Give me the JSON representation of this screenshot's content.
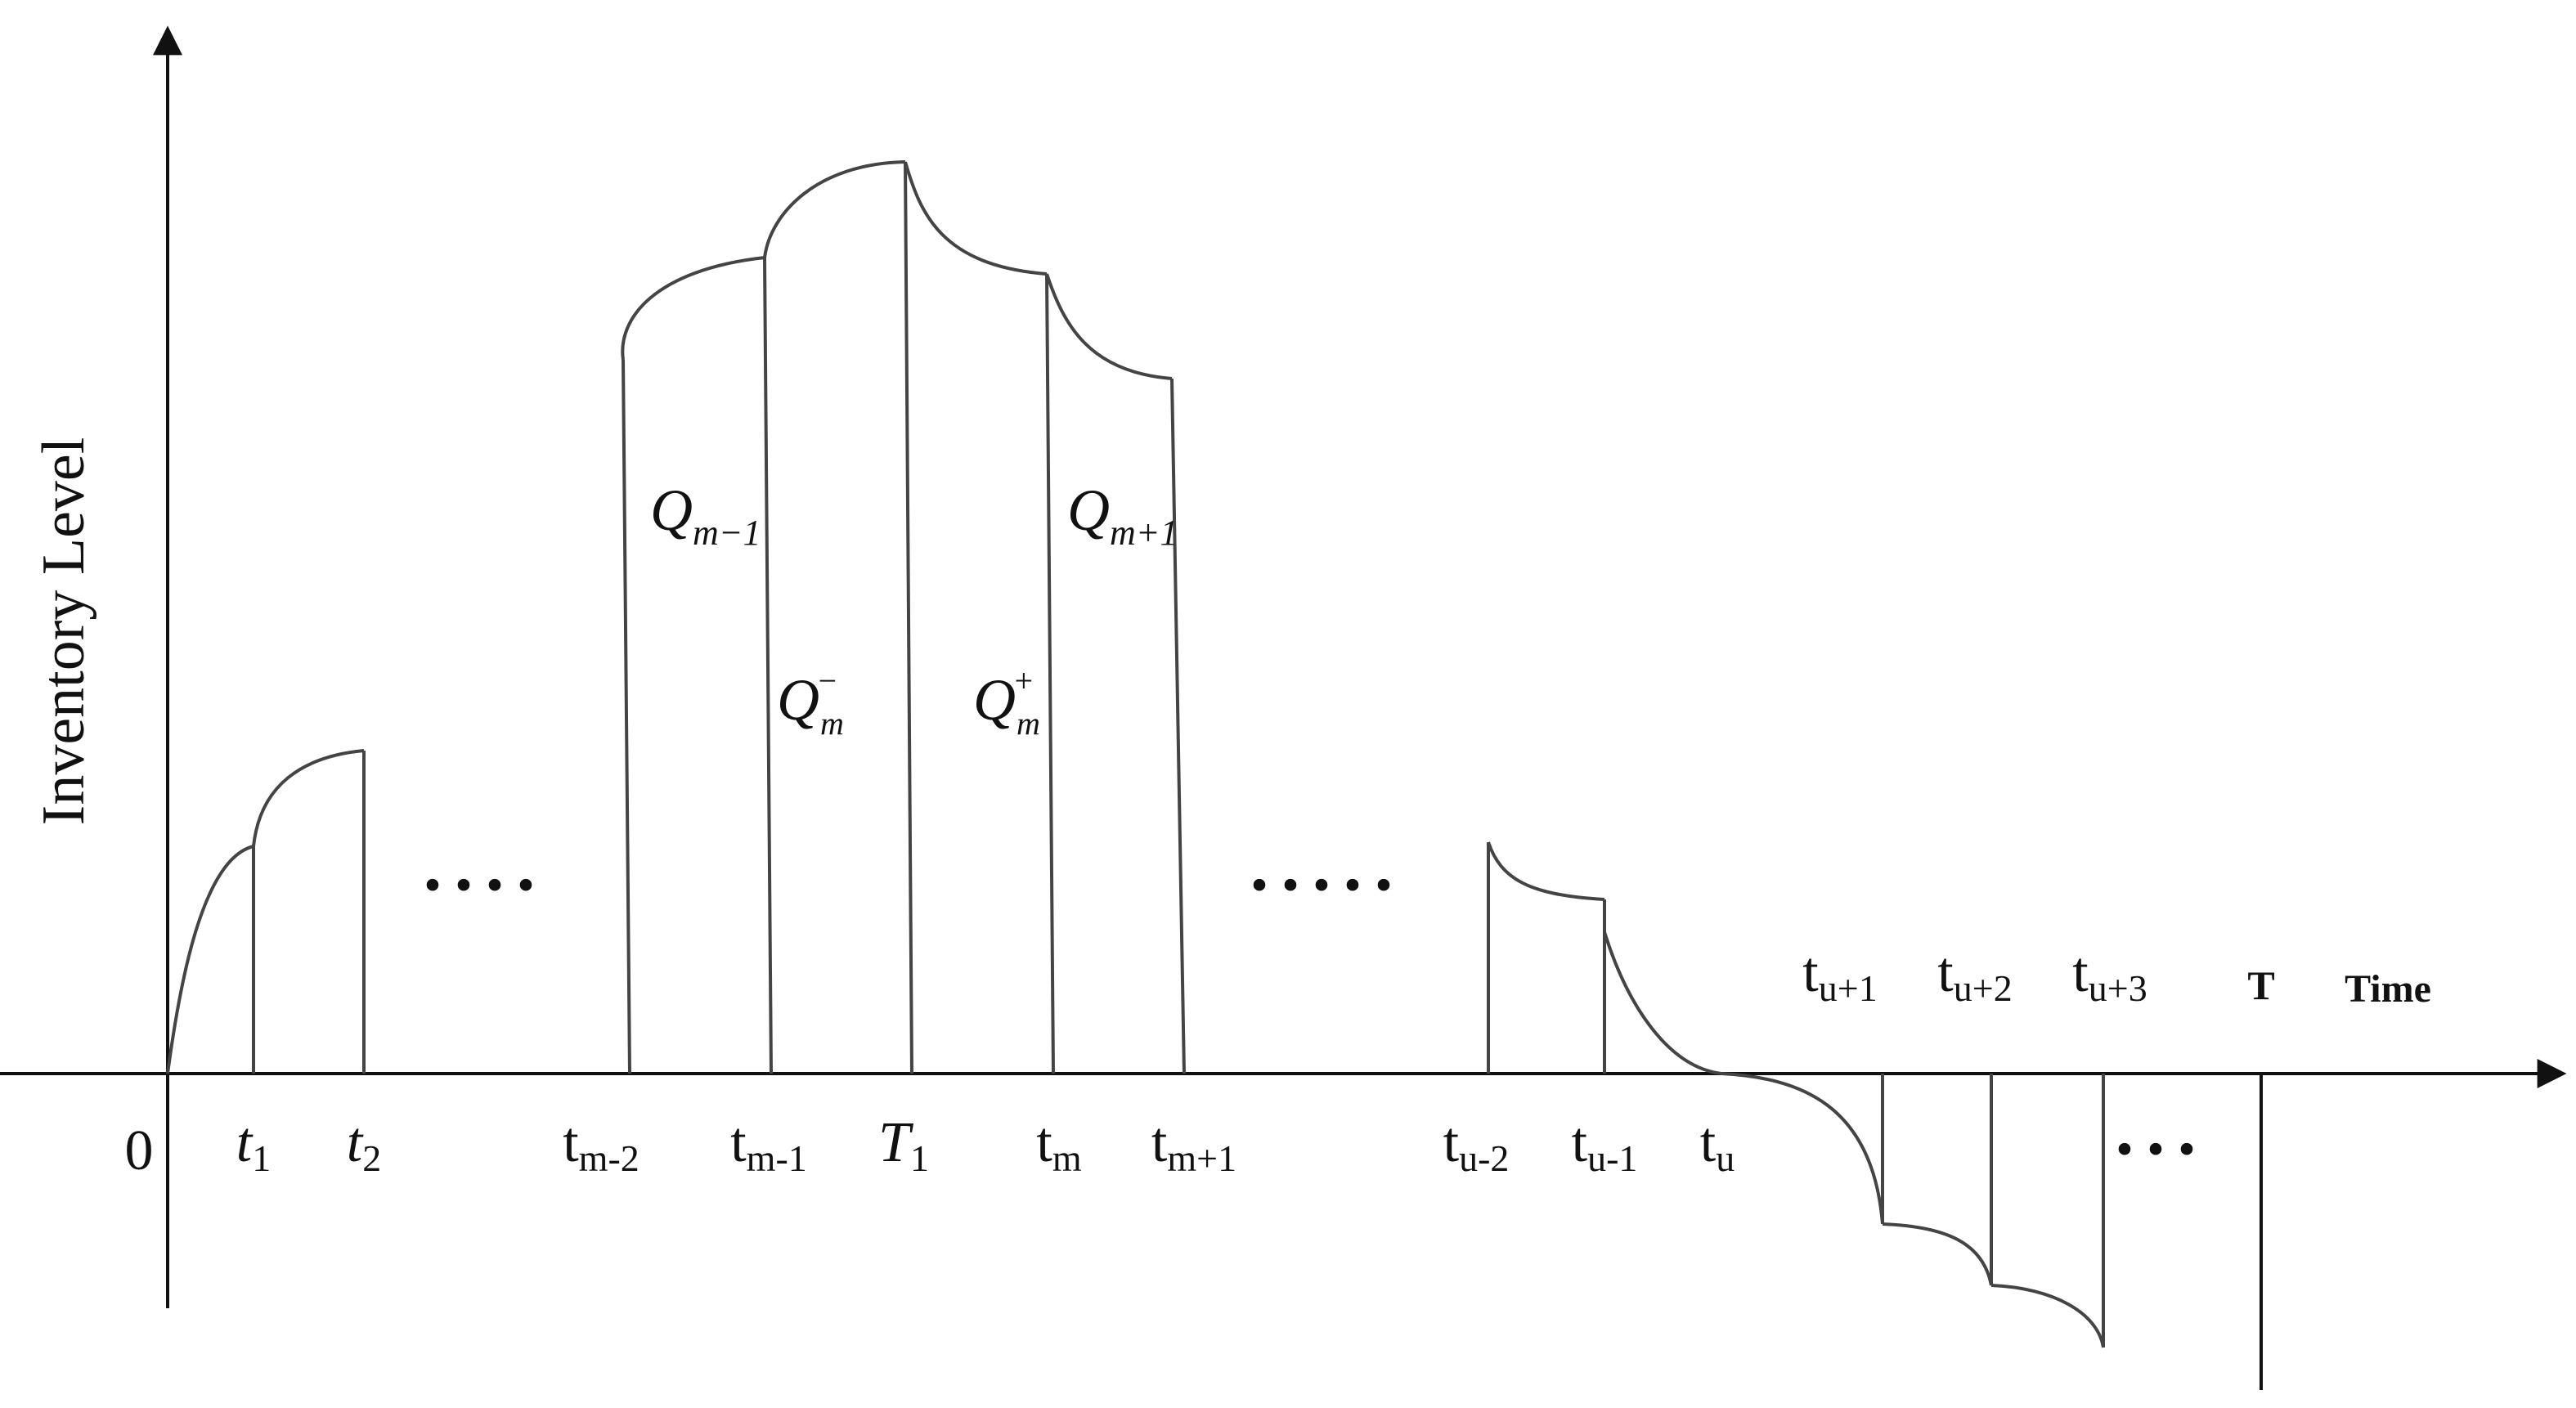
{
  "axes": {
    "y_label": "Inventory Level",
    "x_label": "Time",
    "origin": "0"
  },
  "lower_ticks": [
    {
      "id": "t1",
      "main": "t",
      "sub": "1",
      "italic": true
    },
    {
      "id": "t2",
      "main": "t",
      "sub": "2",
      "italic": true
    },
    {
      "id": "tm-2",
      "main": "t",
      "sub": "m-2",
      "italic": false
    },
    {
      "id": "tm-1",
      "main": "t",
      "sub": "m-1",
      "italic": false
    },
    {
      "id": "T1",
      "main": "T",
      "sub": "1",
      "italic": true
    },
    {
      "id": "tm",
      "main": "t",
      "sub": "m",
      "italic": false
    },
    {
      "id": "tm+1",
      "main": "t",
      "sub": "m+1",
      "italic": false
    },
    {
      "id": "tu-2",
      "main": "t",
      "sub": "u-2",
      "italic": false
    },
    {
      "id": "tu-1",
      "main": "t",
      "sub": "u-1",
      "italic": false
    },
    {
      "id": "tu",
      "main": "t",
      "sub": "u",
      "italic": false
    }
  ],
  "upper_ticks": [
    {
      "id": "tu+1",
      "main": "t",
      "sub": "u+1"
    },
    {
      "id": "tu+2",
      "main": "t",
      "sub": "u+2"
    },
    {
      "id": "tu+3",
      "main": "t",
      "sub": "u+3"
    }
  ],
  "end_tick": "T",
  "quantity_labels": {
    "q_m_minus_1": {
      "main": "Q",
      "sub": "m−1"
    },
    "q_m_neg": {
      "main": "Q",
      "sub": "m",
      "sup": "−"
    },
    "q_m_pos": {
      "main": "Q",
      "sub": "m",
      "sup": "+"
    },
    "q_m_plus_1": {
      "main": "Q",
      "sub": "m+1"
    }
  },
  "ellipses": {
    "first": "····",
    "second": "·····",
    "third": "···"
  }
}
